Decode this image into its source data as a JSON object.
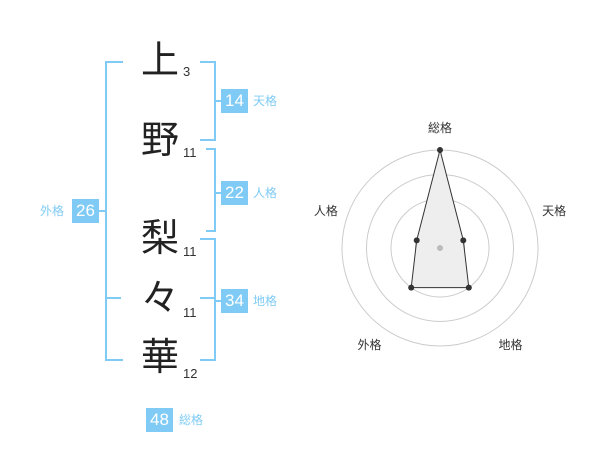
{
  "name": {
    "chars": [
      {
        "char": "上",
        "strokes": "3"
      },
      {
        "char": "野",
        "strokes": "11"
      },
      {
        "char": "梨",
        "strokes": "11"
      },
      {
        "char": "々",
        "strokes": "11"
      },
      {
        "char": "華",
        "strokes": "12"
      }
    ]
  },
  "fortunes": {
    "tenkaku": {
      "value": "14",
      "label": "天格"
    },
    "jinkaku": {
      "value": "22",
      "label": "人格"
    },
    "chikaku": {
      "value": "34",
      "label": "地格"
    },
    "gaikaku": {
      "value": "26",
      "label": "外格"
    },
    "soukaku": {
      "value": "48",
      "label": "総格"
    }
  },
  "chart_data": {
    "type": "radar",
    "axes": [
      "総格",
      "天格",
      "地格",
      "外格",
      "人格"
    ],
    "values": [
      4,
      1,
      2,
      2,
      1
    ],
    "rmax": 4,
    "rings": 4,
    "colors": {
      "line": "#333333",
      "fill": "#eeeeee",
      "grid": "#cccccc",
      "center": "#bbbbbb"
    }
  }
}
